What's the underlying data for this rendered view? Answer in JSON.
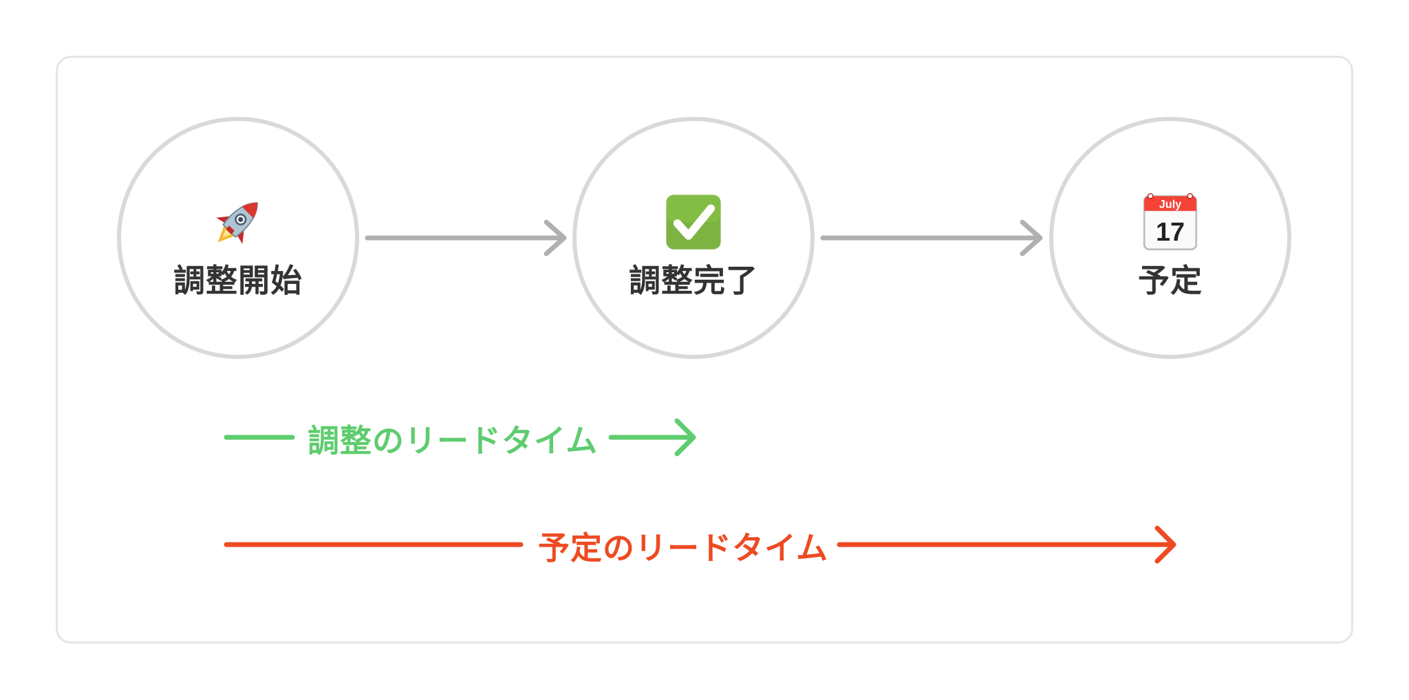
{
  "steps": [
    {
      "label": "調整開始",
      "icon": "rocket-icon"
    },
    {
      "label": "調整完了",
      "icon": "check-mark-button-icon"
    },
    {
      "label": "予定",
      "icon": "calendar-icon"
    }
  ],
  "calendar": {
    "month": "July",
    "day": "17"
  },
  "lead_times": [
    {
      "label": "調整のリードタイム",
      "color": "#5fcc6f"
    },
    {
      "label": "予定のリードタイム",
      "color": "#ee4a22"
    }
  ],
  "colors": {
    "circle_border": "#d9d9d9",
    "connector": "#b0b0b0",
    "card_border": "#e5e5e5",
    "text": "#333333"
  }
}
